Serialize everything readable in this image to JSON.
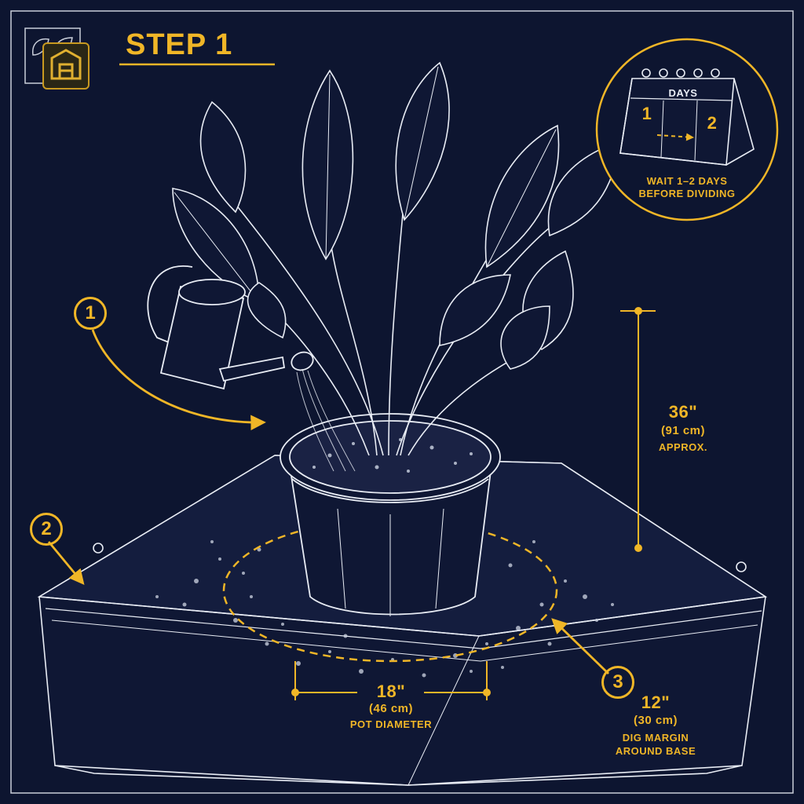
{
  "header": {
    "step_title": "STEP 1"
  },
  "callouts": {
    "one": "1",
    "two": "2",
    "three": "3"
  },
  "calendar": {
    "header": "DAYS",
    "day_start": "1",
    "day_end": "2",
    "caption_line1": "WAIT 1–2 DAYS",
    "caption_line2": "BEFORE DIVIDING"
  },
  "height_measure": {
    "imperial": "36\"",
    "metric": "(91 cm)",
    "note": "APPROX."
  },
  "pot_measure": {
    "imperial": "18\"",
    "metric": "(46 cm)",
    "note": "POT DIAMETER"
  },
  "margin_measure": {
    "imperial": "12\"",
    "metric": "(30 cm)",
    "note_line1": "DIG MARGIN",
    "note_line2": "AROUND BASE"
  },
  "colors": {
    "background": "#0d1530",
    "accent": "#f0b627",
    "line": "#e8ecf4"
  }
}
